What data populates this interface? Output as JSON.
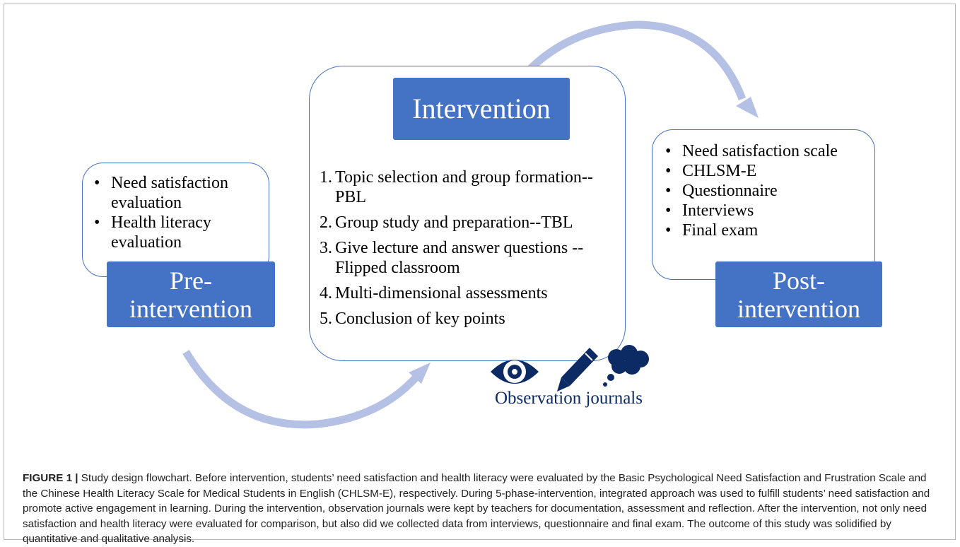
{
  "diagram": {
    "pre": {
      "title_line1": "Pre-",
      "title_line2": "intervention",
      "bullets": [
        "Need satisfaction evaluation",
        "Health literacy evaluation"
      ]
    },
    "intervention": {
      "title": "Intervention",
      "steps": [
        {
          "num": "1.",
          "text": "Topic selection and group formation--PBL"
        },
        {
          "num": "2.",
          "text": "Group study and preparation--TBL"
        },
        {
          "num": "3.",
          "text": "Give lecture and answer questions --Flipped classroom"
        },
        {
          "num": "4.",
          "text": "Multi-dimensional assessments"
        },
        {
          "num": "5.",
          "text": "Conclusion of key points"
        }
      ]
    },
    "post": {
      "title_line1": "Post-",
      "title_line2": "intervention",
      "bullets": [
        "Need satisfaction scale",
        "CHLSM-E",
        "Questionnaire",
        "Interviews",
        "Final exam"
      ]
    },
    "observation": {
      "label": "Observation journals",
      "icons": [
        "eye-icon",
        "pencil-icon",
        "thought-cloud-icon"
      ]
    },
    "colors": {
      "box_fill": "#4472c4",
      "arrow": "#b4c0e4",
      "observation": "#0c2a63"
    }
  },
  "caption": {
    "lead": "FIGURE 1 |",
    "text": "Study design flowchart. Before intervention, students’ need satisfaction and health literacy were evaluated by the Basic Psychological Need Satisfaction and Frustration Scale and the Chinese Health Literacy Scale for Medical Students in English (CHLSM-E), respectively. During 5-phase-intervention, integrated approach was used to fulfill students’ need satisfaction and promote active engagement in learning. During the intervention, observation journals were kept by teachers for documentation, assessment and reflection. After the intervention, not only need satisfaction and health literacy were evaluated for comparison, but also did we collected data from interviews, questionnaire and final exam. The outcome of this study was solidified by quantitative and qualitative analysis."
  }
}
